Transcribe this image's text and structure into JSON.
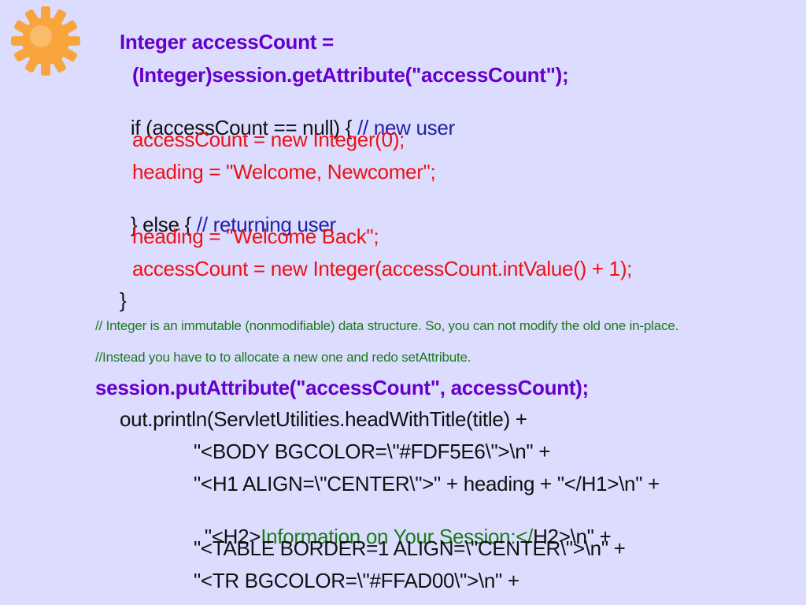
{
  "decor": {
    "icon": "sun-icon",
    "color": "#f7a53c"
  },
  "colors": {
    "background": "#dcdcff",
    "purple": "#6600cc",
    "red": "#ee1111",
    "blue": "#2020a8",
    "green": "#1a7a1a",
    "black": "#111111"
  },
  "code": {
    "l1": "Integer accessCount =",
    "l2": "(Integer)session.getAttribute(\"accessCount\");",
    "l3_code": "if (accessCount == null) { ",
    "l3_comment": "// new user",
    "l4": "accessCount = new Integer(0);",
    "l5": "heading = \"Welcome, Newcomer\";",
    "l6_code": "} else { ",
    "l6_comment": "// returning user",
    "l7": "heading = \"Welcome Back\";",
    "l8": "accessCount = new Integer(accessCount.intValue() + 1);",
    "l9": "}",
    "comment1": "// Integer is an immutable (nonmodifiable) data structure. So, you can not modify the old one in-place.",
    "comment2": "//Instead you have to to allocate a new one and redo setAttribute.",
    "l10": "session.putAttribute(\"accessCount\", accessCount);",
    "l11": "out.println(ServletUtilities.headWithTitle(title) +",
    "l12": "\"<BODY BGCOLOR=\\\"#FDF5E6\\\">\\n\" +",
    "l13": "\"<H1 ALIGN=\\\"CENTER\\\">\" + heading + \"</H1>\\n\" +",
    "l14_a": "\"<H2>",
    "l14_b": "Information on Your Session:</",
    "l14_c": "H2>\\n\" +",
    "l15": "\"<TABLE BORDER=1 ALIGN=\\\"CENTER\\\">\\n\" +",
    "l16": "\"<TR BGCOLOR=\\\"#FFAD00\\\">\\n\" +"
  }
}
